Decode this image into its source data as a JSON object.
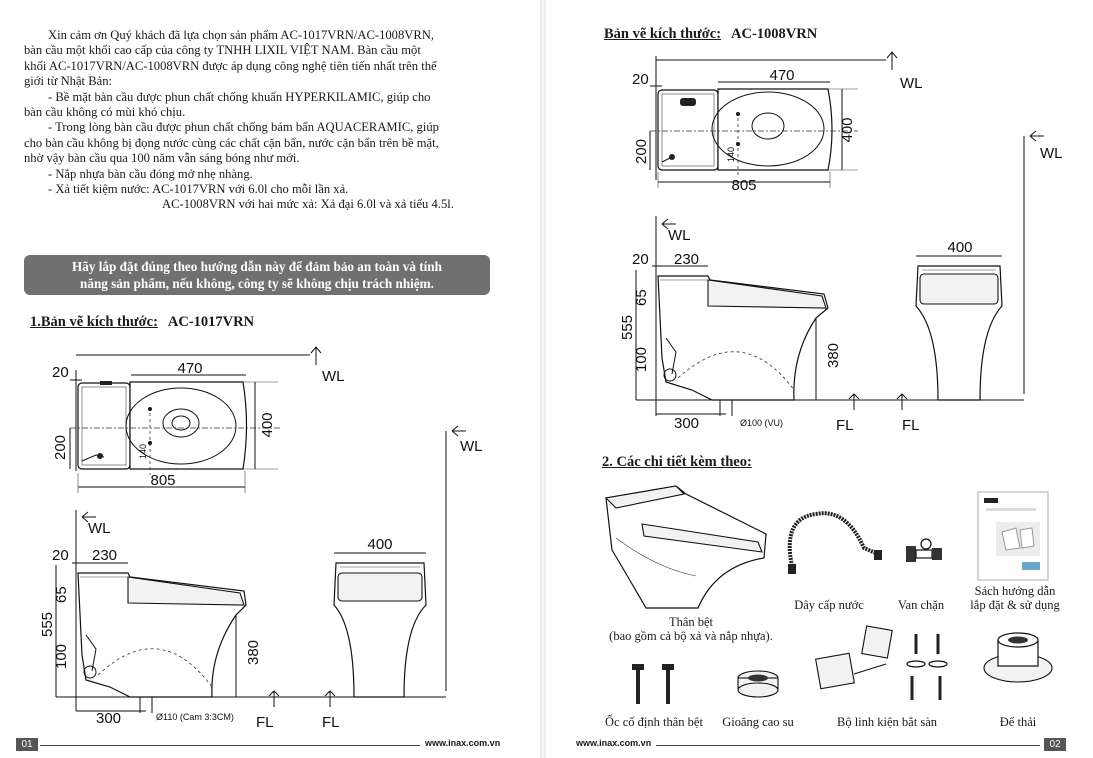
{
  "left_page": {
    "intro": {
      "p1": "Xin cảm ơn Quý khách đã lựa chọn sản phẩm AC-1017VRN/AC-1008VRN,",
      "p2": "bàn cầu một khối cao cấp của công ty TNHH LIXIL VIỆT NAM. Bàn cầu một",
      "p3": "khối AC-1017VRN/AC-1008VRN được áp dụng công nghệ tiên tiến nhất trên thế",
      "p4": "giới từ Nhật Bản:",
      "b1a": "- Bề mặt bàn cầu được phun chất chống khuẩn HYPERKILAMIC, giúp cho",
      "b1b": "bàn cầu không có mùi khó chịu.",
      "b2a": "- Trong lòng bàn cầu được phun chất chống bám bẩn AQUACERAMIC, giúp",
      "b2b": "cho bàn cầu không bị đọng nước cùng các chất cặn bẩn, nước cặn bẩn trên bề mặt,",
      "b2c": "nhờ vậy bàn cầu qua 100 năm vẫn sáng bóng như mới.",
      "b3": "- Nắp nhựa bàn cầu đóng mở nhẹ nhàng.",
      "b4": "- Xả tiết kiệm nước: AC-1017VRN với 6.0l cho mỗi lần xả.",
      "b5": "AC-1008VRN với hai mức xả: Xả đại 6.0l và xả tiểu 4.5l."
    },
    "warning_line1": "Hãy lắp đặt đúng theo hướng dẫn này để đảm bảo an toàn và tính",
    "warning_line2": "năng sản phẩm, nếu không, công ty sẽ không chịu trách nhiệm.",
    "section_title": "1.Bản vẽ kích thước:",
    "section_model": "AC-1017VRN",
    "page_number": "01",
    "url": "www.inax.com.vn"
  },
  "right_page": {
    "section_title": "Bản vẽ kích thước:",
    "section_model": "AC-1008VRN",
    "accessories_title": "2. Các chi tiết kèm theo:",
    "accessories": {
      "body_1": "Thân bệt",
      "body_2": "(bao gồm cả bộ xả và nắp nhựa).",
      "hose": "Dây cấp nước",
      "valve": "Van chặn",
      "manual_1": "Sách hướng dẫn",
      "manual_2": "lắp đặt & sử dụng",
      "screws": "Ốc cố định thân bệt",
      "gasket": "Gioăng cao su",
      "floor_kit": "Bộ linh kiện bắt sàn",
      "base": "Đế thải"
    },
    "page_number": "02",
    "url": "www.inax.com.vn"
  },
  "dimensions": {
    "w470": "470",
    "w400": "400",
    "w805": "805",
    "w20": "20",
    "w200": "200",
    "w140": "140",
    "w230": "230",
    "w65": "65",
    "w555": "555",
    "w100": "100",
    "w380": "380",
    "w300": "300",
    "wl": "WL",
    "fl": "FL",
    "drain_1017": "Ø110 (Cam 3:3CM)",
    "drain_1008": "Ø100 (VU)"
  },
  "colors": {
    "warning_bg": "#707070",
    "footer": "#555555"
  }
}
